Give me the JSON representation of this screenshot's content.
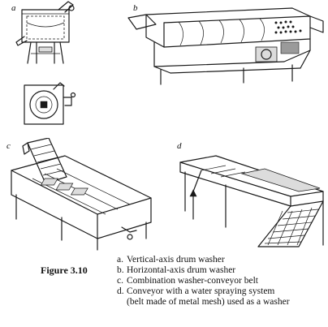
{
  "figure": {
    "title": "Figure 3.10",
    "items": [
      {
        "letter": "a.",
        "text": "Vertical-axis drum washer",
        "cont": ""
      },
      {
        "letter": "b.",
        "text": "Horizontal-axis drum washer",
        "cont": ""
      },
      {
        "letter": "c.",
        "text": "Combination washer-conveyor belt",
        "cont": ""
      },
      {
        "letter": "d.",
        "text": "Conveyor with a water spraying system",
        "cont": "(belt made of metal mesh) used as a washer"
      }
    ]
  },
  "panels": {
    "a": {
      "label": "a"
    },
    "b": {
      "label": "b"
    },
    "c": {
      "label": "c"
    },
    "d": {
      "label": "d"
    }
  }
}
